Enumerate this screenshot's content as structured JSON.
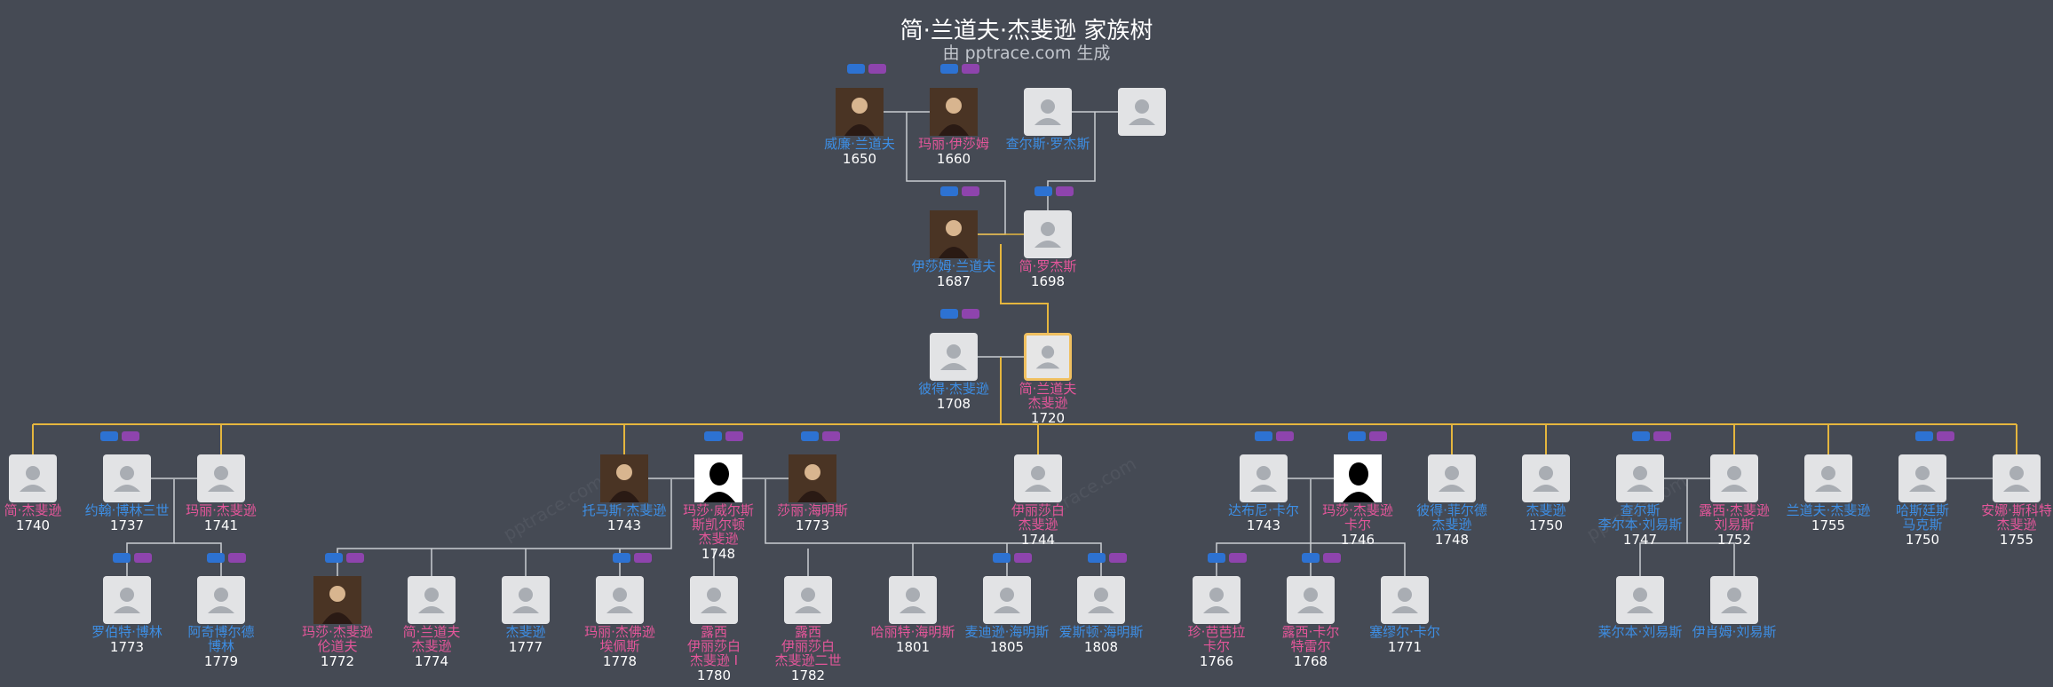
{
  "title": "简·兰道夫·杰斐逊 家族树",
  "subtitle": "由 pptrace.com 生成",
  "watermark": "pptrace.com",
  "colors": {
    "male": "#3d8ee4",
    "female": "#e4569a",
    "line": "#c9ccd1",
    "highlight": "#e5b63e",
    "badge_blue": "#2d72d2",
    "badge_purple": "#8e44ad"
  },
  "people": [
    {
      "id": "p1",
      "name": "威廉·兰道夫",
      "year": "1650",
      "sex": "m",
      "icon": "portrait-icon"
    },
    {
      "id": "p2",
      "name": "玛丽·伊莎姆",
      "year": "1660",
      "sex": "f",
      "icon": "portrait-icon"
    },
    {
      "id": "p3",
      "name": "查尔斯·罗杰斯",
      "year": "",
      "sex": "m",
      "icon": "person-placeholder-icon"
    },
    {
      "id": "p4",
      "name": "",
      "year": "",
      "sex": "f",
      "icon": "person-placeholder-icon"
    },
    {
      "id": "p5",
      "name": "伊莎姆·兰道夫",
      "year": "1687",
      "sex": "m",
      "icon": "portrait-icon"
    },
    {
      "id": "p6",
      "name": "简·罗杰斯",
      "year": "1698",
      "sex": "f",
      "icon": "person-placeholder-icon"
    },
    {
      "id": "p7",
      "name": "彼得·杰斐逊",
      "year": "1708",
      "sex": "m",
      "icon": "person-placeholder-icon"
    },
    {
      "id": "p8",
      "name": "简·兰道夫\n杰斐逊",
      "year": "1720",
      "sex": "f",
      "icon": "person-placeholder-icon"
    },
    {
      "id": "c1",
      "name": "简·杰斐逊",
      "year": "1740",
      "sex": "f",
      "icon": "person-placeholder-icon"
    },
    {
      "id": "c2",
      "name": "约翰·博林三世",
      "year": "1737",
      "sex": "m",
      "icon": "person-placeholder-icon"
    },
    {
      "id": "c3",
      "name": "玛丽·杰斐逊",
      "year": "1741",
      "sex": "f",
      "icon": "person-placeholder-icon"
    },
    {
      "id": "c4",
      "name": "托马斯·杰斐逊",
      "year": "1743",
      "sex": "m",
      "icon": "portrait-icon"
    },
    {
      "id": "c5",
      "name": "玛莎·威尔斯\n斯凯尔顿\n杰斐逊",
      "year": "1748",
      "sex": "f",
      "icon": "silhouette-icon"
    },
    {
      "id": "c6",
      "name": "莎丽·海明斯",
      "year": "1773",
      "sex": "f",
      "icon": "portrait-icon"
    },
    {
      "id": "c7",
      "name": "伊丽莎白\n杰斐逊",
      "year": "1744",
      "sex": "f",
      "icon": "person-placeholder-icon"
    },
    {
      "id": "c8",
      "name": "达布尼·卡尔",
      "year": "1743",
      "sex": "m",
      "icon": "person-placeholder-icon"
    },
    {
      "id": "c9",
      "name": "玛莎·杰斐逊\n卡尔",
      "year": "1746",
      "sex": "f",
      "icon": "silhouette-icon"
    },
    {
      "id": "c10",
      "name": "彼得·菲尔德\n杰斐逊",
      "year": "1748",
      "sex": "m",
      "icon": "person-placeholder-icon"
    },
    {
      "id": "c11",
      "name": "杰斐逊",
      "year": "1750",
      "sex": "m",
      "icon": "person-placeholder-icon"
    },
    {
      "id": "c12",
      "name": "查尔斯\n李尔本·刘易斯",
      "year": "1747",
      "sex": "m",
      "icon": "person-placeholder-icon"
    },
    {
      "id": "c13",
      "name": "露西·杰斐逊\n刘易斯",
      "year": "1752",
      "sex": "f",
      "icon": "person-placeholder-icon"
    },
    {
      "id": "c14",
      "name": "兰道夫·杰斐逊",
      "year": "1755",
      "sex": "m",
      "icon": "person-placeholder-icon"
    },
    {
      "id": "c15",
      "name": "哈斯廷斯\n马克斯",
      "year": "1750",
      "sex": "m",
      "icon": "person-placeholder-icon"
    },
    {
      "id": "c16",
      "name": "安娜·斯科特\n杰斐逊",
      "year": "1755",
      "sex": "f",
      "icon": "person-placeholder-icon"
    },
    {
      "id": "g1",
      "name": "罗伯特·博林",
      "year": "1773",
      "sex": "m",
      "icon": "person-placeholder-icon"
    },
    {
      "id": "g2",
      "name": "阿奇博尔德\n博林",
      "year": "1779",
      "sex": "m",
      "icon": "person-placeholder-icon"
    },
    {
      "id": "g3",
      "name": "玛莎·杰斐逊\n伦道夫",
      "year": "1772",
      "sex": "f",
      "icon": "portrait-icon"
    },
    {
      "id": "g4",
      "name": "简·兰道夫\n杰斐逊",
      "year": "1774",
      "sex": "f",
      "icon": "person-placeholder-icon"
    },
    {
      "id": "g5",
      "name": "杰斐逊",
      "year": "1777",
      "sex": "m",
      "icon": "person-placeholder-icon"
    },
    {
      "id": "g6",
      "name": "玛丽·杰佛逊\n埃佩斯",
      "year": "1778",
      "sex": "f",
      "icon": "person-placeholder-icon"
    },
    {
      "id": "g7",
      "name": "露西\n伊丽莎白\n杰斐逊 I",
      "year": "1780",
      "sex": "f",
      "icon": "person-placeholder-icon"
    },
    {
      "id": "g8",
      "name": "露西\n伊丽莎白\n杰斐逊二世",
      "year": "1782",
      "sex": "f",
      "icon": "person-placeholder-icon"
    },
    {
      "id": "g9",
      "name": "哈丽特·海明斯",
      "year": "1801",
      "sex": "f",
      "icon": "person-placeholder-icon"
    },
    {
      "id": "g10",
      "name": "麦迪逊·海明斯",
      "year": "1805",
      "sex": "m",
      "icon": "person-placeholder-icon"
    },
    {
      "id": "g11",
      "name": "爱斯顿·海明斯",
      "year": "1808",
      "sex": "m",
      "icon": "person-placeholder-icon"
    },
    {
      "id": "g12",
      "name": "珍·芭芭拉\n卡尔",
      "year": "1766",
      "sex": "f",
      "icon": "person-placeholder-icon"
    },
    {
      "id": "g13",
      "name": "露西·卡尔\n特雷尔",
      "year": "1768",
      "sex": "f",
      "icon": "person-placeholder-icon"
    },
    {
      "id": "g14",
      "name": "塞缪尔·卡尔",
      "year": "1771",
      "sex": "m",
      "icon": "person-placeholder-icon"
    },
    {
      "id": "g15",
      "name": "莱尔本·刘易斯",
      "year": "",
      "sex": "m",
      "icon": "person-placeholder-icon"
    },
    {
      "id": "g16",
      "name": "伊肖姆·刘易斯",
      "year": "",
      "sex": "m",
      "icon": "person-placeholder-icon"
    }
  ],
  "selected": "p8"
}
